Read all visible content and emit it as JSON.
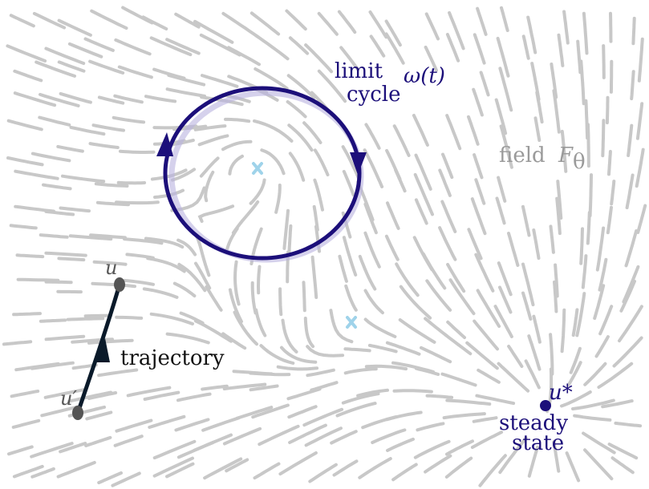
{
  "labels": {
    "limit_cycle_line1": "limit",
    "limit_cycle_line2": "cycle",
    "omega": "ω(t)",
    "field_word": "field",
    "field_symbol": "F",
    "field_subscript": "θ",
    "trajectory": "trajectory",
    "start_point": "u′",
    "end_point": "u",
    "steady_symbol": "u*",
    "steady_line1": "steady",
    "steady_line2": "state"
  },
  "colors": {
    "field_streaks": "#c8c8c8",
    "limit_cycle": "#1c0f7a",
    "trajectory": "#0a1a2a",
    "fixed_points": "#9fd3ea",
    "trajectory_points": "#555555",
    "steady_state": "#1c0f7a"
  },
  "icons": {
    "fixed_point": "x-mark-icon",
    "steady_state": "filled-dot-icon",
    "arrow": "arrowhead-icon"
  }
}
